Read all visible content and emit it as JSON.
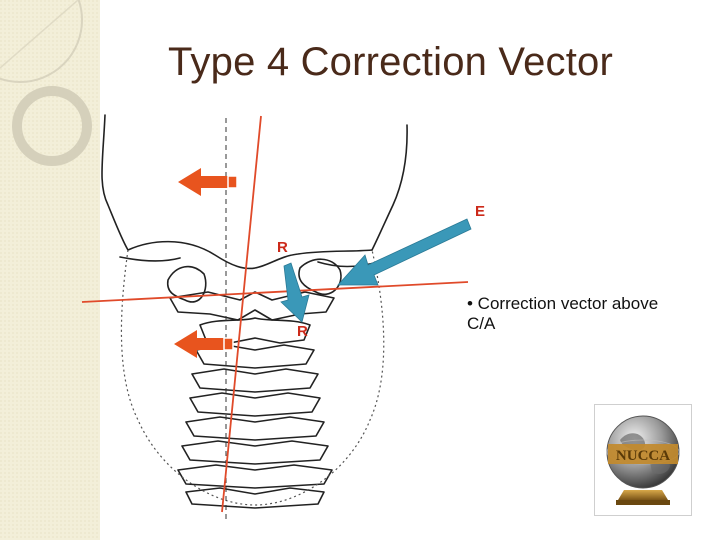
{
  "slide": {
    "title": "Type 4 Correction Vector",
    "bullet": "• Correction vector above C/A"
  },
  "diagram": {
    "labels": {
      "e": "E",
      "r_upper": "R",
      "r_lower": "R"
    }
  },
  "logo": {
    "text": "NUCCA"
  },
  "colors": {
    "title": "#4a2a1a",
    "arrow_orange": "#e8541e",
    "arrow_teal": "#3a98b8",
    "red_line": "#e04a2a",
    "label_red": "#cc2a1a"
  },
  "icons": [
    "left-arrow-icon",
    "diagonal-arrow-icon",
    "nucca-globe-icon"
  ]
}
